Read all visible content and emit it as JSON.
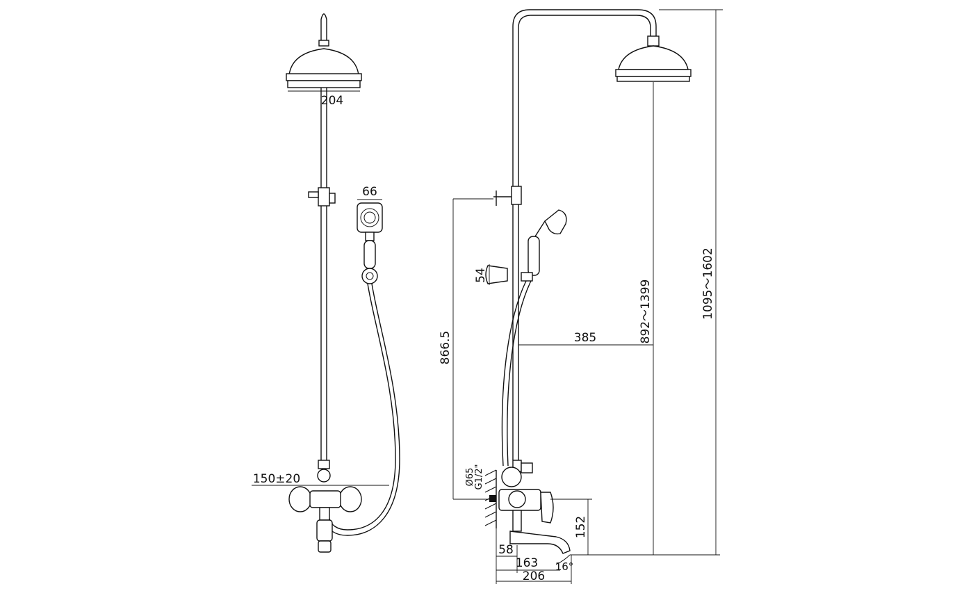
{
  "dimensions": {
    "front_head_width": "204",
    "handshower_width": "66",
    "inlet_spacing": "150±20",
    "side_handle_width": "54",
    "mount_height": "866.5",
    "arm_reach": "385",
    "head_height_range": "892～1399",
    "total_height_range": "1095～1602",
    "inlet_dia": "Ø65",
    "inlet_thread": "G1/2\"",
    "spout_height": "152",
    "spout_offset": "58",
    "spout_reach": "163",
    "total_depth": "206",
    "spout_angle": "16°"
  }
}
